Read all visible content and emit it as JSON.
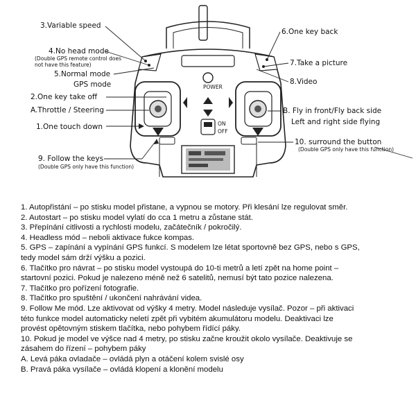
{
  "labels": {
    "variable_speed": "3.Variable speed",
    "no_head_mode": "4.No head mode",
    "no_head_note_1": "(Double GPS remote control does",
    "no_head_note_2": "not have this feature)",
    "normal_mode": "5.Normal mode",
    "gps_mode": "GPS mode",
    "one_key_take_off": "2.One key take off",
    "throttle_steering": "A.Throttle / Steering",
    "one_touch_down": "1.One touch down",
    "follow_keys": "9. Follow the keys",
    "follow_keys_note": "(Double GPS only have this function)",
    "one_key_back": "6.One key back",
    "take_picture": "7.Take a picture",
    "video": "8.Video",
    "fly_front_back": "B. Fly in front/Fly back side",
    "left_right": "Left and right side flying",
    "surround": "10. surround the button",
    "surround_note": "(Double GPS only have this function)",
    "power": "POWER",
    "on": "ON",
    "off": "OFF"
  },
  "legend": [
    "1. Autopřistání – po stisku model přistane, a vypnou se motory. Při klesání lze regulovat směr.",
    "2. Autostart – po stisku model vylatí do cca 1 metru a zůstane stát.",
    "3. Přepínání citlivosti a rychlosti modelu, začátečník / pokročilý.",
    "4. Headless mód – neboli aktivace fukce kompas.",
    "5. GPS – zapínání a vypínání GPS funkcí. S modelem lze létat sportovně bez GPS, nebo s GPS,",
    "tedy model sám drží výšku a pozici.",
    "6. Tlačítko pro návrat – po stisku model vystoupá do 10-ti metrů a letí zpět na home point –",
    "startovní pozici. Pokud je nalezeno méně než 6 satelitů, nemusí být tato pozice nalezena.",
    "7. Tlačítko pro pořízení fotografie.",
    "8. Tlačítko pro spuštění / ukončení nahrávání videa.",
    "9. Follow Me mód. Lze aktivovat od výšky 4 metry. Model následuje vysílač. Pozor – při aktivaci",
    "této funkce model automaticky neletí zpět při vybitém akumulátoru modelu. Deaktivaci lze",
    "provést opětovným stiskem tlačítka, nebo pohybem řídící páky.",
    "10. Pokud je model ve výšce nad 4 metry, po stisku začne kroužit okolo vysílače. Deaktivuje se",
    "zásahem do řízení – pohybem páky",
    "A. Levá páka ovladače – ovládá plyn a otáčení kolem svislé osy",
    "B. Pravá páka vysílače – ovládá klopení a klonění modelu"
  ]
}
